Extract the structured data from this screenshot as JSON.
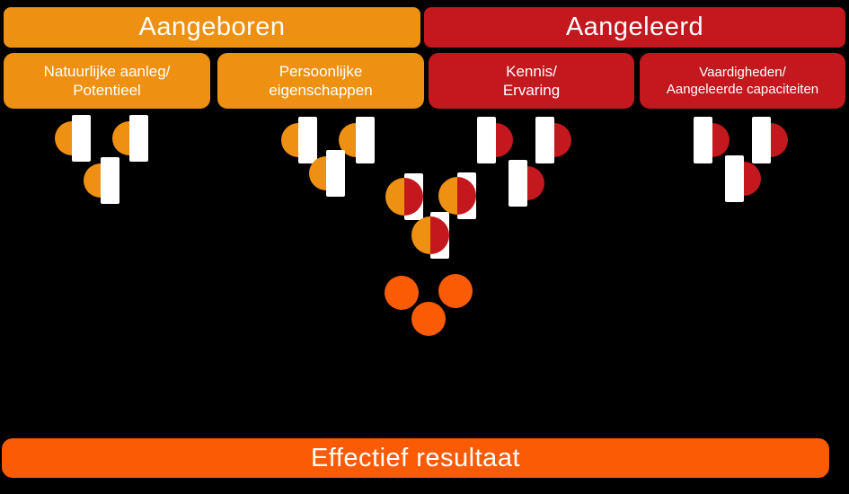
{
  "colors": {
    "background": "#000000",
    "orange": "#EE9112",
    "red": "#C2181E",
    "bright_orange": "#FB5B05",
    "white": "#FFFFFF"
  },
  "top_headers": [
    {
      "label": "Aangeboren"
    },
    {
      "label": "Aangeleerd"
    }
  ],
  "category_pills": [
    {
      "line1": "Natuurlijke aanleg/",
      "line2": "Potentieel",
      "group": "Aangeboren"
    },
    {
      "line1": "Persoonlijke",
      "line2": "eigenschappen",
      "group": "Aangeboren"
    },
    {
      "line1": "Kennis/",
      "line2": "Ervaring",
      "group": "Aangeleerd"
    },
    {
      "line1": "Vaardigheden/",
      "line2": "Aangeleerde capaciteiten",
      "group": "Aangeleerd"
    }
  ],
  "result_bar": {
    "label": "Effectief resultaat"
  },
  "icon_clusters": [
    {
      "under": "Natuurlijke aanleg/Potentieel",
      "icon": "half-orange-circle-icon",
      "count": 3
    },
    {
      "under": "Persoonlijke eigenschappen",
      "icon": "half-orange-circle-icon",
      "count": 3
    },
    {
      "under": "Kennis/Ervaring",
      "icon": "half-red-circle-icon",
      "count": 3
    },
    {
      "under": "Vaardigheden/Aangeleerde capaciteiten",
      "icon": "half-red-circle-icon",
      "count": 3
    },
    {
      "position": "center",
      "icon": "orange-red-split-circle-icon",
      "count": 3
    },
    {
      "position": "above-result-bar",
      "icon": "solid-orange-circle-icon",
      "count": 3
    }
  ]
}
